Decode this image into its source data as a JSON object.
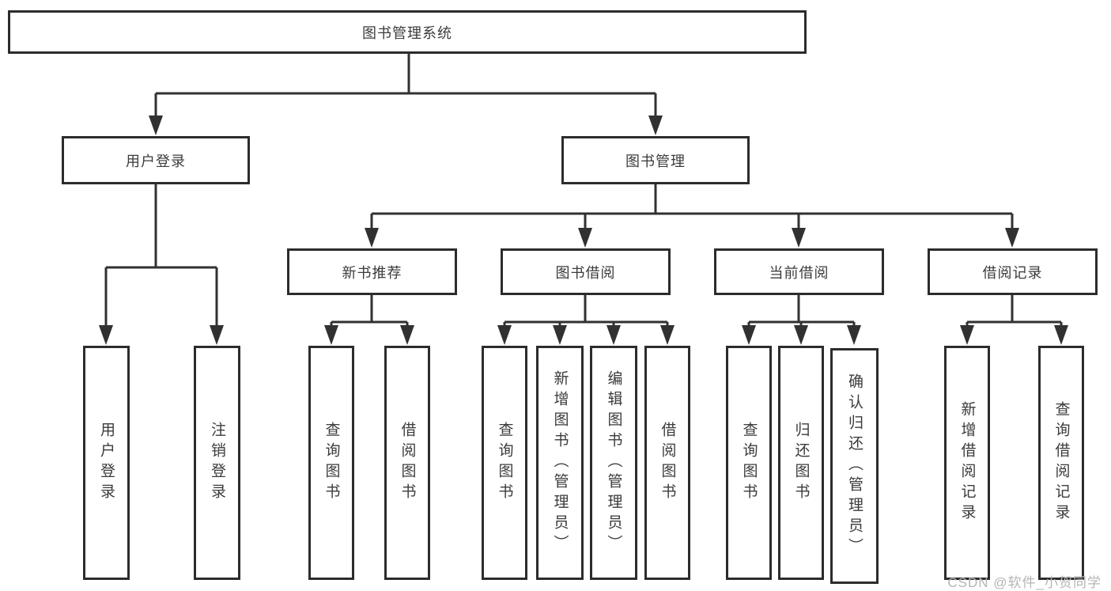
{
  "tree": {
    "root": {
      "label": "图书管理系统"
    },
    "level2": [
      {
        "id": "user-login",
        "label": "用户登录"
      },
      {
        "id": "book-management",
        "label": "图书管理"
      }
    ],
    "level3": [
      {
        "id": "new-book-recommend",
        "label": "新书推荐"
      },
      {
        "id": "book-borrow",
        "label": "图书借阅"
      },
      {
        "id": "current-borrow",
        "label": "当前借阅"
      },
      {
        "id": "borrow-records",
        "label": "借阅记录"
      }
    ],
    "leaves": {
      "user_login": [
        {
          "label": "用户登录"
        },
        {
          "label": "注销登录"
        }
      ],
      "new_book_recommend": [
        {
          "label": "查询图书"
        },
        {
          "label": "借阅图书"
        }
      ],
      "book_borrow": [
        {
          "label": "查询图书"
        },
        {
          "label": "新增图书（管理员）"
        },
        {
          "label": "编辑图书（管理员）"
        },
        {
          "label": "借阅图书"
        }
      ],
      "current_borrow": [
        {
          "label": "查询图书"
        },
        {
          "label": "归还图书"
        },
        {
          "label": "确认归还（管理员）"
        }
      ],
      "borrow_records": [
        {
          "label": "新增借阅记录"
        },
        {
          "label": "查询借阅记录"
        }
      ]
    }
  },
  "watermark": {
    "text": "CSDN @软件_小贺同学"
  },
  "colors": {
    "line": "#313131",
    "box_border": "#2c2c2c",
    "text": "#3b3b3b",
    "watermark": "#b5b5b5",
    "background": "#ffffff"
  }
}
